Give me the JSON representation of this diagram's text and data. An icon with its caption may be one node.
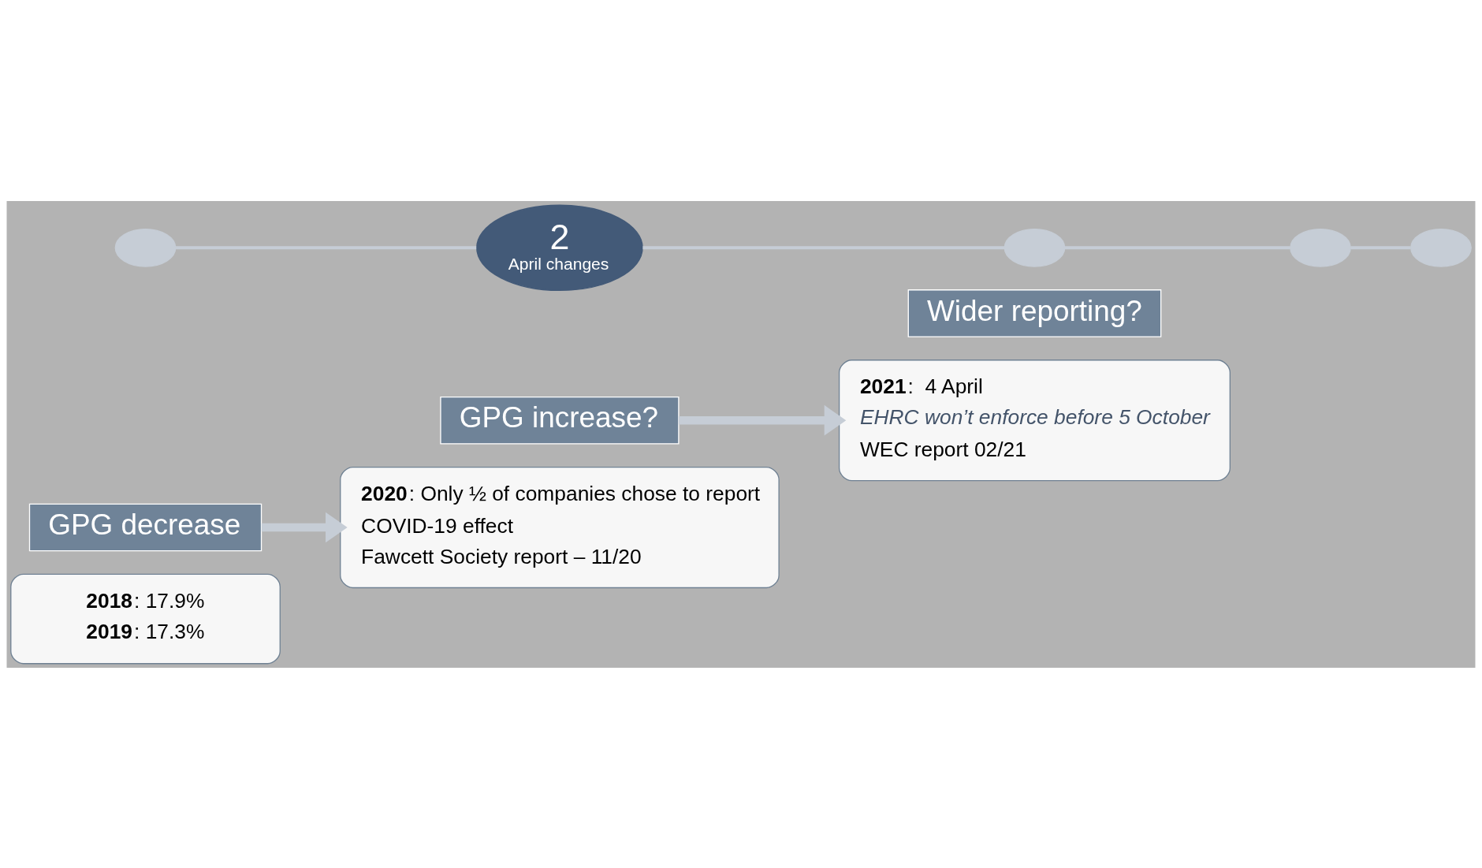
{
  "diagram": {
    "nodes": [
      {
        "text": [
          "**2018**: 17.9%",
          "**2019**: 17.3%"
        ]
      },
      {
        "text": [
          "GPG decrease"
        ]
      },
      {
        "text": [
          "**2020**: Only ½ of companies chose to report",
          "COVID-19 effect",
          "Fawcett Society report – 11/20"
        ]
      },
      {
        "text": [
          "GPG increase?"
        ]
      },
      {
        "text": [
          "**2021**:  4 April",
          "*EHRC won’t enforce before 5 October*",
          "WEC report 02/21"
        ]
      },
      {
        "text": [
          "Wider reporting?"
        ]
      },
      {
        "text": [],
        "shape": "circle"
      },
      {
        "text": [
          "2",
          "April changes"
        ]
      },
      {
        "text": [],
        "shape": "circle"
      },
      {
        "text": [],
        "shape": "circle"
      },
      {
        "text": [],
        "shape": "circle"
      }
    ],
    "edges": [
      {
        "from": 1,
        "to": 2,
        "arrow": "to",
        "style": "thick"
      },
      {
        "from": 3,
        "to": 4,
        "arrow": "to",
        "style": "thick"
      },
      {
        "from": 6,
        "to": 7,
        "arrow": "none"
      },
      {
        "from": 7,
        "to": 8,
        "arrow": "none"
      },
      {
        "from": 8,
        "to": 9,
        "arrow": "none"
      },
      {
        "from": 9,
        "to": 10,
        "arrow": "none"
      }
    ]
  }
}
